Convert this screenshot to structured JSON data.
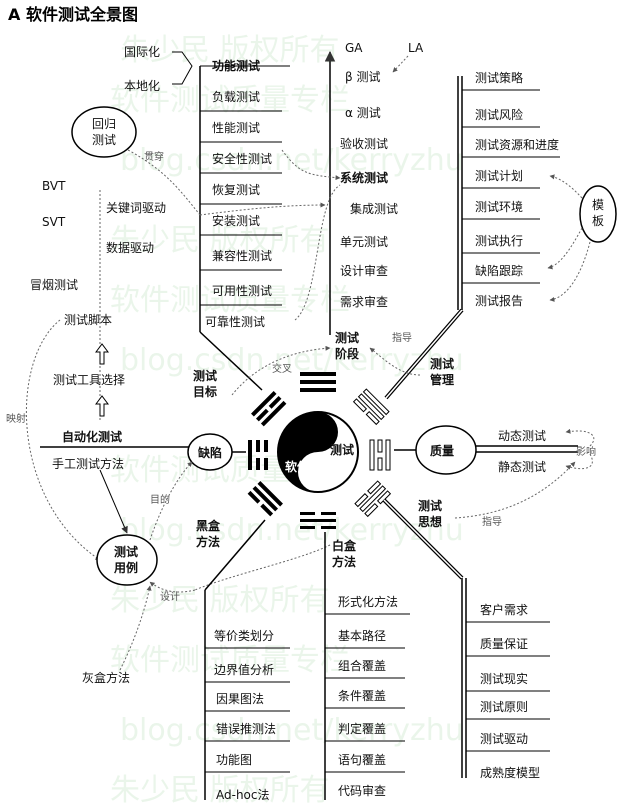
{
  "title": "A  软件测试全景图",
  "watermark": {
    "lines": [
      "朱少民 版权所有",
      "软件测试质量专栏",
      "blog.csdn.net/kerryzhu"
    ]
  },
  "center": {
    "test": "测试",
    "software": "软件"
  },
  "phases": {
    "label": "测试\n阶段",
    "items": [
      "GA",
      "β 测试",
      "α 测试",
      "验收测试",
      "系统测试",
      "集成测试",
      "单元测试",
      "设计审查",
      "需求审查"
    ],
    "la": "LA"
  },
  "functional": {
    "label": "功能测试",
    "items": [
      "负载测试",
      "性能测试",
      "安全性测试",
      "恢复测试",
      "安装测试",
      "兼容性测试",
      "可用性测试",
      "可靠性测试"
    ],
    "i18n": "国际化",
    "l10n": "本地化"
  },
  "regression": {
    "label": "回归\n测试",
    "across": "贯穿"
  },
  "left_items": {
    "bvt": "BVT",
    "svt": "SVT",
    "keyword": "关键词驱动",
    "data": "数据驱动",
    "smoke": "冒烟测试"
  },
  "automation": {
    "script": "测试脚本",
    "tool": "测试工具选择",
    "auto": "自动化测试",
    "manual": "手工测试方法",
    "mapping": "映射"
  },
  "target": {
    "label": "测试\n目标",
    "cross": "交叉"
  },
  "defect": {
    "label": "缺陷",
    "purpose": "目的"
  },
  "testcase": {
    "label": "测试\n用例",
    "design": "设计"
  },
  "graybox": "灰盒方法",
  "blackbox": {
    "label": "黑盒\n方法",
    "items": [
      "等价类划分",
      "边界值分析",
      "因果图法",
      "错误推测法",
      "功能图",
      "Ad-hoc法"
    ]
  },
  "whitebox": {
    "label": "白盒\n方法",
    "items": [
      "形式化方法",
      "基本路径",
      "组合覆盖",
      "条件覆盖",
      "判定覆盖",
      "语句覆盖",
      "代码审查"
    ]
  },
  "management": {
    "label": "测试\n管理",
    "guide": "指导",
    "items": [
      "测试策略",
      "测试风险",
      "测试资源和进度",
      "测试计划",
      "测试环境",
      "测试执行",
      "缺陷跟踪",
      "测试报告"
    ],
    "template": "模\n板"
  },
  "quality": {
    "label": "质量",
    "items": [
      "动态测试",
      "静态测试"
    ],
    "impact": "影响"
  },
  "thinking": {
    "label": "测试\n思想",
    "guide": "指导",
    "items": [
      "客户需求",
      "质量保证",
      "测试现实",
      "测试原则",
      "测试驱动",
      "成熟度模型"
    ]
  }
}
